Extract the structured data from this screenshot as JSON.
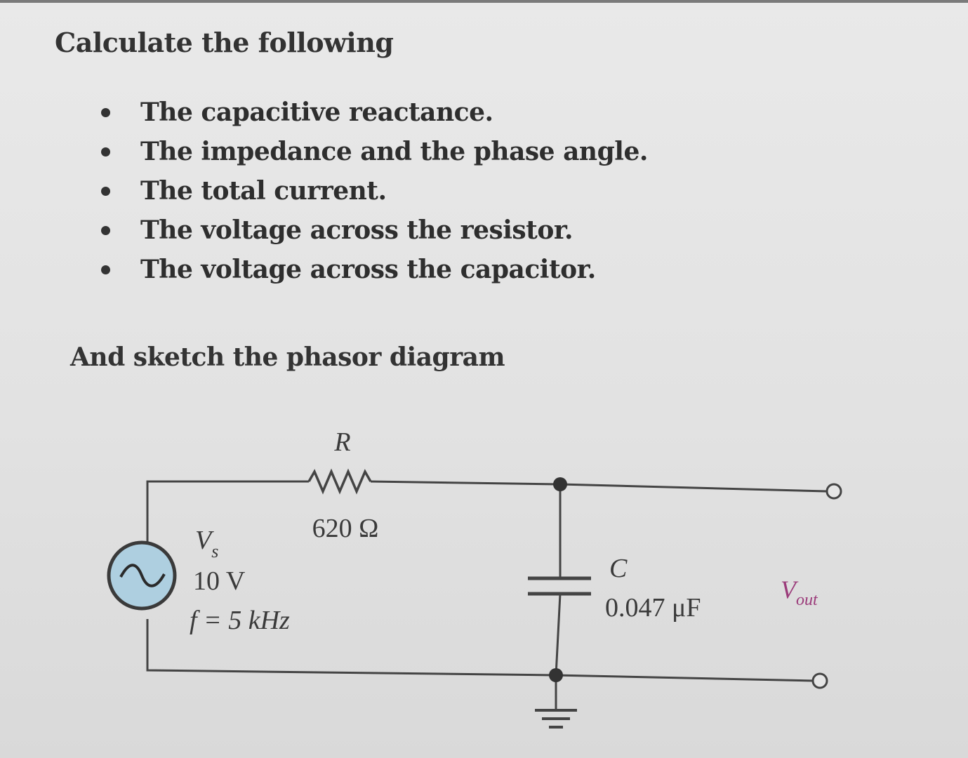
{
  "heading": "Calculate the following",
  "tasks": [
    "The capacitive reactance.",
    "The impedance and the phase angle.",
    "The total current.",
    "The voltage across the resistor.",
    "The voltage across the capacitor."
  ],
  "subheading": "And sketch the phasor diagram",
  "circuit": {
    "resistor": {
      "symbol": "R",
      "value": "620 Ω"
    },
    "source": {
      "symbol": "V",
      "subscript": "s",
      "voltage": "10 V",
      "frequency": "f = 5 kHz"
    },
    "capacitor": {
      "symbol": "C",
      "value": "0.047 μF"
    },
    "output": {
      "symbol": "V",
      "subscript": "out",
      "color": "#9b3b7a"
    },
    "source_fill": "#aecfe0"
  }
}
